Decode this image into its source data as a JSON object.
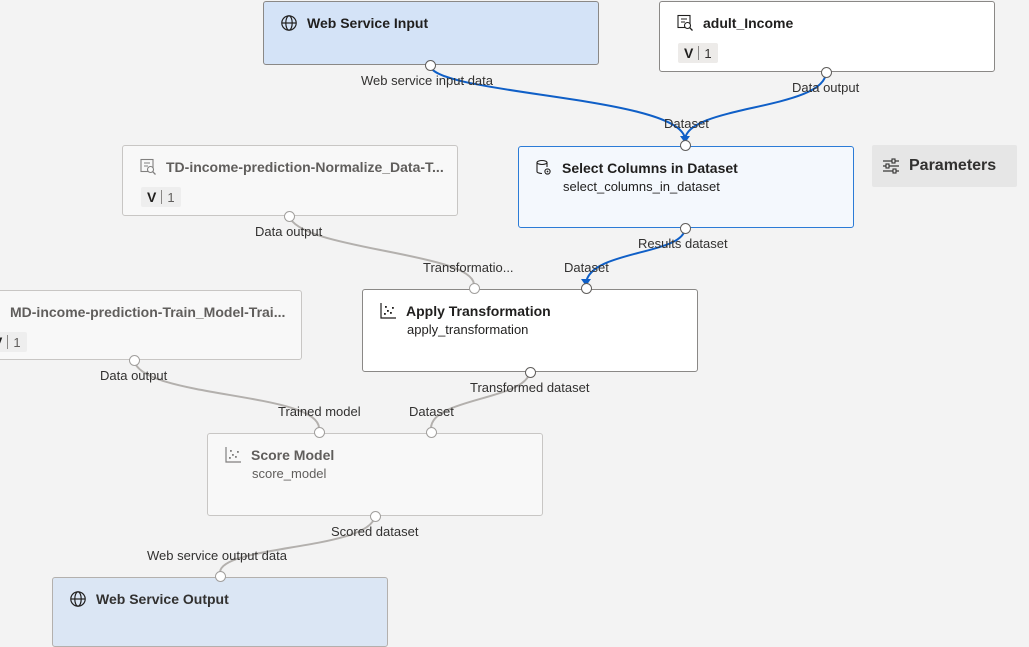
{
  "nodes": {
    "web_service_input": {
      "title": "Web Service Input",
      "icon": "globe-icon"
    },
    "adult_income": {
      "title": "adult_Income",
      "icon": "dataset-icon",
      "version_letter": "V",
      "version": "1"
    },
    "td_normalize": {
      "title": "TD-income-prediction-Normalize_Data-T...",
      "icon": "dataset-icon",
      "version_letter": "V",
      "version": "1"
    },
    "select_columns": {
      "title": "Select Columns in Dataset",
      "subtitle": "select_columns_in_dataset",
      "icon": "database-gear-icon"
    },
    "md_train": {
      "title": "MD-income-prediction-Train_Model-Trai...",
      "icon": "dataset-icon",
      "version_letter": "V",
      "version": "1"
    },
    "apply_transformation": {
      "title": "Apply Transformation",
      "subtitle": "apply_transformation",
      "icon": "scatter-icon"
    },
    "score_model": {
      "title": "Score Model",
      "subtitle": "score_model",
      "icon": "scatter-icon"
    },
    "web_service_output": {
      "title": "Web Service Output",
      "icon": "globe-icon"
    }
  },
  "ports": {
    "web_service_input_data": "Web service input data",
    "adult_data_output": "Data output",
    "select_dataset": "Dataset",
    "td_data_output": "Data output",
    "results_dataset": "Results dataset",
    "apply_transformation_in": "Transformatio...",
    "apply_dataset": "Dataset",
    "md_data_output": "Data output",
    "transformed_dataset": "Transformed dataset",
    "trained_model": "Trained model",
    "score_dataset": "Dataset",
    "scored_dataset": "Scored dataset",
    "web_service_output_data": "Web service output data"
  },
  "parameters": {
    "label": "Parameters",
    "icon": "sliders-icon"
  },
  "colors": {
    "active_edge": "#0f5fc7",
    "inactive_edge": "#b3b0ad",
    "selected_border": "#2b7bd6",
    "input_node_bg": "#d4e3f7"
  }
}
